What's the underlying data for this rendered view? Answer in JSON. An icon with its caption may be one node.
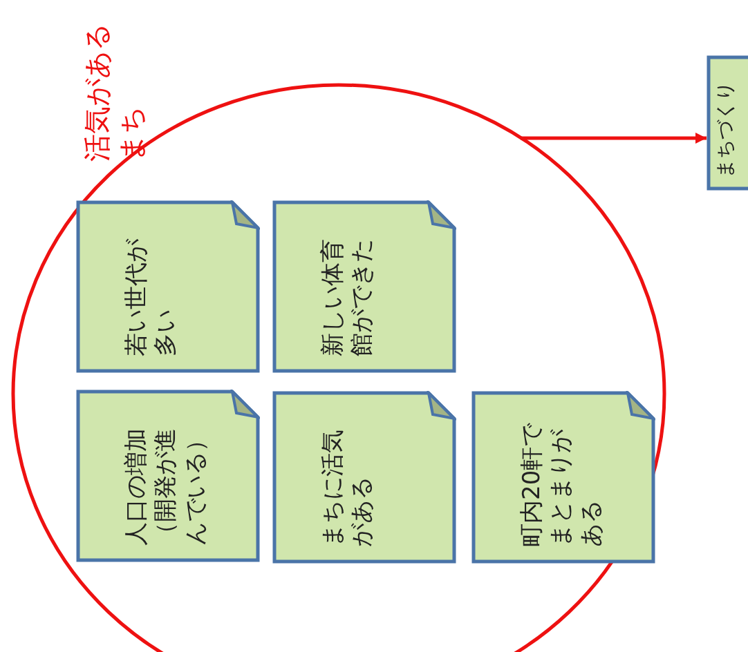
{
  "diagram": {
    "nodes": [
      {
        "text": [
          "活気があるまち"
        ]
      },
      {
        "text": [
          "若い世代が多い"
        ],
        "in": 0
      },
      {
        "text": [
          "新しい体育館ができた"
        ],
        "in": 0
      },
      {
        "text": [
          "人口の増加（開発が進んでいる）"
        ],
        "in": 0
      },
      {
        "text": [
          "まちに活気がある"
        ],
        "in": 0
      },
      {
        "text": [
          "町内20軒でまとまりがある"
        ],
        "in": 0
      },
      {
        "text": [
          "まちづくり"
        ]
      }
    ],
    "edges": [
      {
        "from": 0,
        "to": 6,
        "arrow": "to",
        "color": "#ee1111"
      }
    ]
  }
}
